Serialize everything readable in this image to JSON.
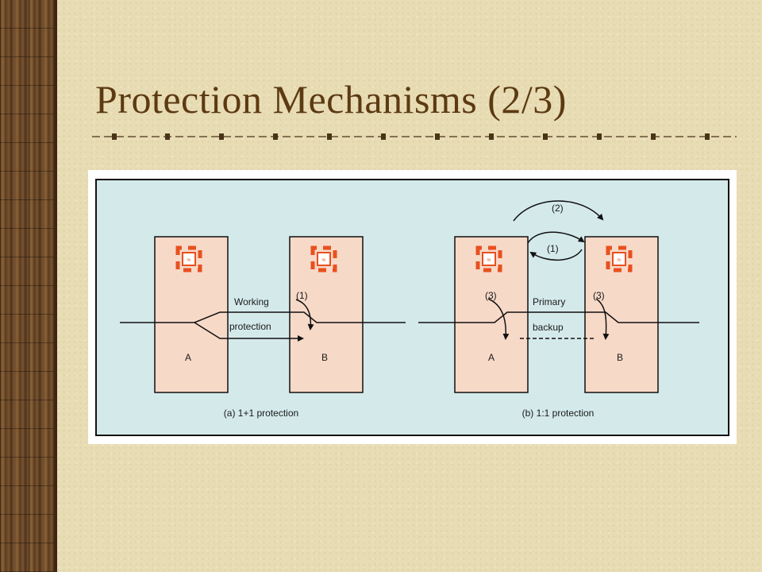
{
  "slide": {
    "title": "Protection Mechanisms (2/3)"
  },
  "diagram": {
    "left": {
      "caption": "(a) 1+1 protection",
      "node_a": "A",
      "node_b": "B",
      "line_working": "Working",
      "line_protection": "protection",
      "step_1": "(1)"
    },
    "right": {
      "caption": "(b) 1:1 protection",
      "node_a": "A",
      "node_b": "B",
      "line_primary": "Primary",
      "line_backup": "backup",
      "step_1": "(1)",
      "step_2": "(2)",
      "step_3a": "(3)",
      "step_3b": "(3)"
    },
    "colors": {
      "panel": "#d4e9ea",
      "node": "#f7d9c8",
      "icon": "#e8501e",
      "stroke": "#111111"
    }
  }
}
